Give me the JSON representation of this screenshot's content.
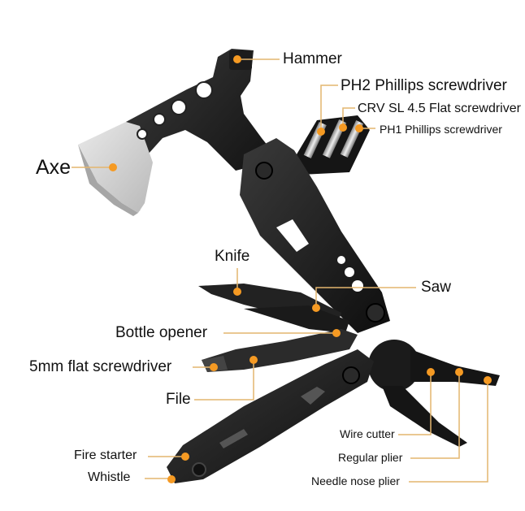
{
  "diagram": {
    "subject": "Multitool with axe, hammer and pliers",
    "accent_color": "#f59a23",
    "line_color": "#e3b56e",
    "labels": [
      {
        "id": "hammer",
        "text": "Hammer"
      },
      {
        "id": "ph2",
        "text": "PH2 Phillips screwdriver"
      },
      {
        "id": "crv",
        "text": "CRV SL 4.5 Flat screwdriver"
      },
      {
        "id": "ph1",
        "text": "PH1 Phillips screwdriver"
      },
      {
        "id": "axe",
        "text": "Axe"
      },
      {
        "id": "knife",
        "text": "Knife"
      },
      {
        "id": "saw",
        "text": "Saw"
      },
      {
        "id": "bottle",
        "text": "Bottle opener"
      },
      {
        "id": "flat5",
        "text": "5mm flat screwdriver"
      },
      {
        "id": "file",
        "text": "File"
      },
      {
        "id": "wire",
        "text": "Wire cutter"
      },
      {
        "id": "regular",
        "text": "Regular plier"
      },
      {
        "id": "needle",
        "text": "Needle nose plier"
      },
      {
        "id": "fire",
        "text": "Fire starter"
      },
      {
        "id": "whistle",
        "text": "Whistle"
      }
    ]
  }
}
